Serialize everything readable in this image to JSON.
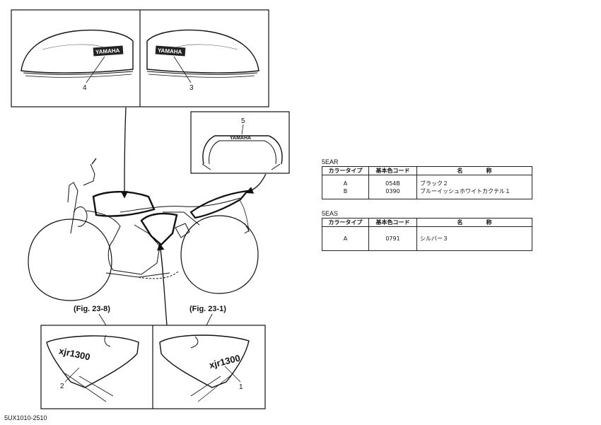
{
  "callouts": {
    "tank_left": "4",
    "tank_right": "3",
    "seat_handle": "5",
    "side_left": "2",
    "side_right": "1"
  },
  "logos": {
    "tank": "YAMAHA",
    "handle": "YAMAHA",
    "side_cover": "xjr1300"
  },
  "figure_refs": {
    "left": "(Fig. 23-8)",
    "right": "(Fig. 23-1)"
  },
  "drawing_code": "5UX1010-2510",
  "tables": [
    {
      "model": "5EAR",
      "headers": {
        "color_type": "カラータイプ",
        "base_code": "基本色コード",
        "name_a": "名",
        "name_b": "称"
      },
      "rows": [
        {
          "type": "A",
          "code": "054B",
          "name": "ブラック２"
        },
        {
          "type": "B",
          "code": "0390",
          "name": "ブルーイッシュホワイトカクテル１"
        }
      ]
    },
    {
      "model": "5EAS",
      "headers": {
        "color_type": "カラータイプ",
        "base_code": "基本色コード",
        "name_a": "名",
        "name_b": "称"
      },
      "rows": [
        {
          "type": "A",
          "code": "0791",
          "name": "シルバー３"
        }
      ]
    }
  ]
}
